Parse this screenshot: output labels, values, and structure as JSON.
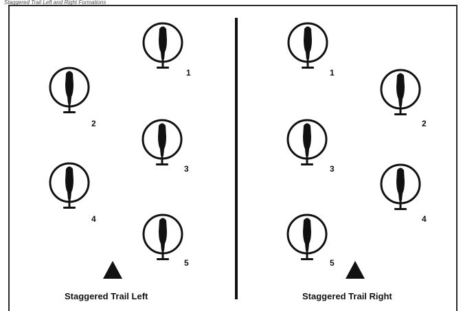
{
  "header": {
    "title": "Staggered Trail Left and Right Formations"
  },
  "left_formation": {
    "caption": "Staggered Trail Left",
    "aircraft": [
      {
        "number": "1"
      },
      {
        "number": "2"
      },
      {
        "number": "3"
      },
      {
        "number": "4"
      },
      {
        "number": "5"
      }
    ]
  },
  "right_formation": {
    "caption": "Staggered Trail Right",
    "aircraft": [
      {
        "number": "1"
      },
      {
        "number": "2"
      },
      {
        "number": "3"
      },
      {
        "number": "4"
      },
      {
        "number": "5"
      }
    ]
  },
  "colors": {
    "ink": "#111111",
    "border": "#2a2a2a"
  }
}
